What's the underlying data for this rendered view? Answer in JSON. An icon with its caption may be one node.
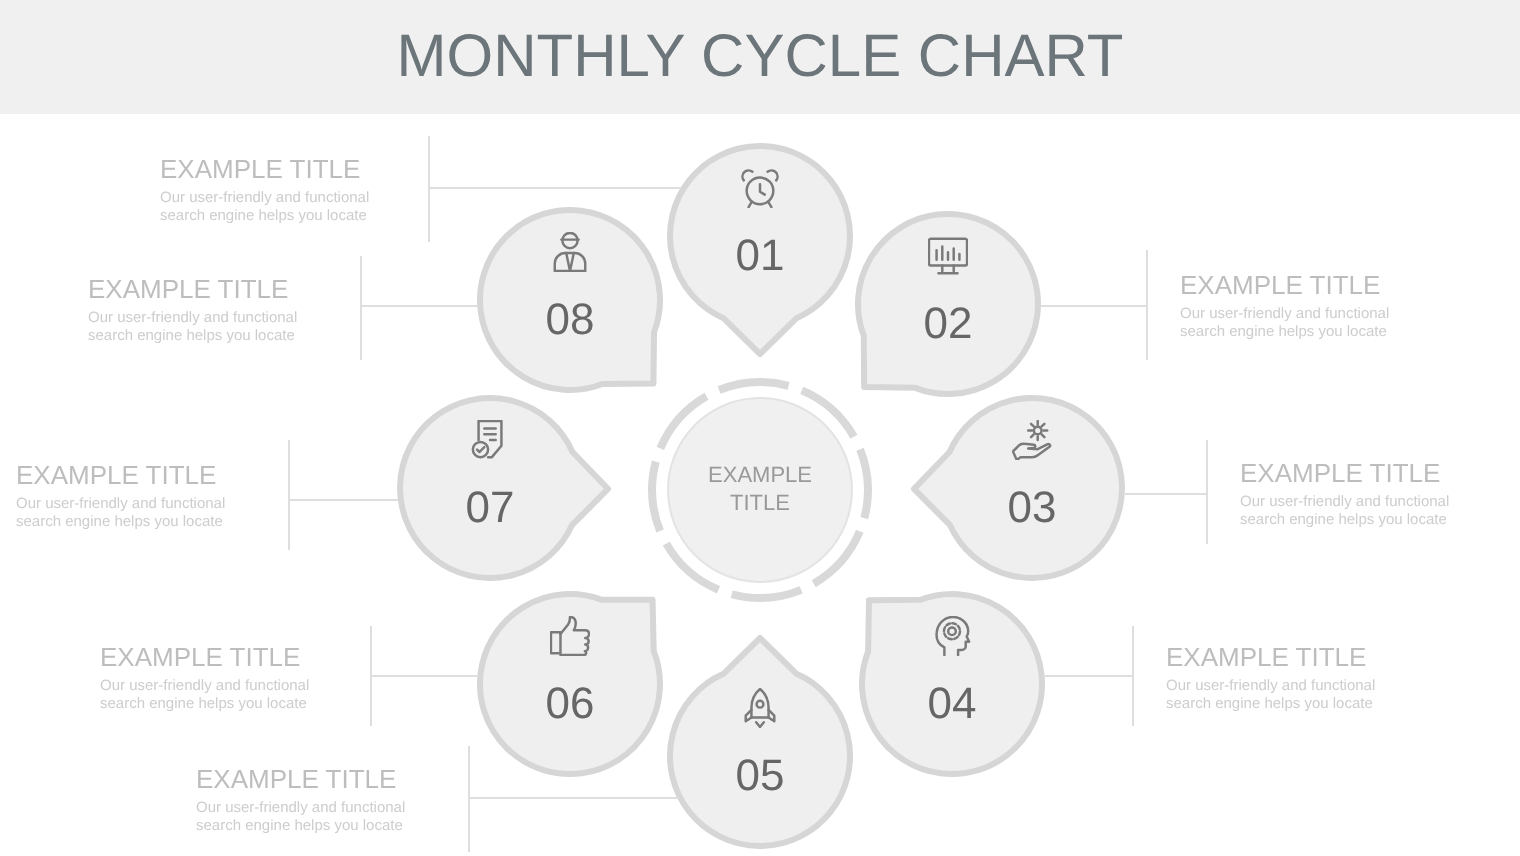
{
  "diagram": {
    "title": "MONTHLY CYCLE CHART",
    "nodes": [
      {
        "text": [
          "EXAMPLE TITLE"
        ]
      },
      {
        "text": [
          "01"
        ]
      },
      {
        "text": [
          "EXAMPLE TITLE",
          "Our user-friendly and functional search engine helps you locate"
        ]
      },
      {
        "text": [
          "02"
        ]
      },
      {
        "text": [
          "EXAMPLE TITLE",
          "Our user-friendly and functional search engine helps you locate"
        ]
      },
      {
        "text": [
          "03"
        ]
      },
      {
        "text": [
          "EXAMPLE TITLE",
          "Our user-friendly and functional search engine helps you locate"
        ]
      },
      {
        "text": [
          "04"
        ]
      },
      {
        "text": [
          "EXAMPLE TITLE",
          "Our user-friendly and functional search engine helps you locate"
        ]
      },
      {
        "text": [
          "05"
        ]
      },
      {
        "text": [
          "EXAMPLE TITLE",
          "Our user-friendly and functional search engine helps you locate"
        ]
      },
      {
        "text": [
          "06"
        ]
      },
      {
        "text": [
          "EXAMPLE TITLE",
          "Our user-friendly and functional search engine helps you locate"
        ]
      },
      {
        "text": [
          "07"
        ]
      },
      {
        "text": [
          "EXAMPLE TITLE",
          "Our user-friendly and functional search engine helps you locate"
        ]
      },
      {
        "text": [
          "08"
        ]
      },
      {
        "text": [
          "EXAMPLE TITLE",
          "Our user-friendly and functional search engine helps you locate"
        ]
      }
    ],
    "edges": [
      {
        "from": 2,
        "to": 1,
        "arrow": "none"
      },
      {
        "from": 4,
        "to": 3,
        "arrow": "none"
      },
      {
        "from": 6,
        "to": 5,
        "arrow": "none"
      },
      {
        "from": 8,
        "to": 7,
        "arrow": "none"
      },
      {
        "from": 10,
        "to": 9,
        "arrow": "none"
      },
      {
        "from": 12,
        "to": 11,
        "arrow": "none"
      },
      {
        "from": 14,
        "to": 13,
        "arrow": "none"
      },
      {
        "from": 16,
        "to": 15,
        "arrow": "none"
      }
    ]
  }
}
